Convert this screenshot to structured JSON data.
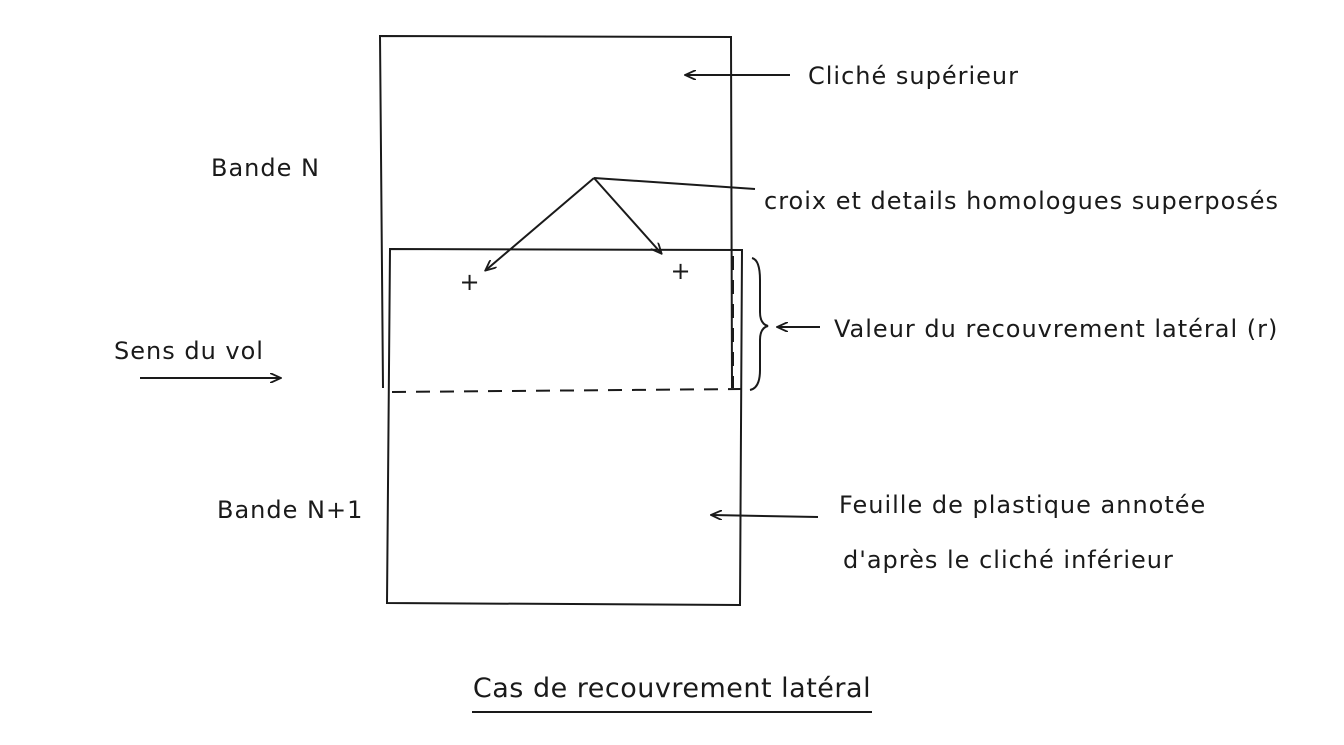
{
  "diagram": {
    "labels": {
      "top_photo": "Cliché supérieur",
      "band_n": "Bande N",
      "homologous": "croix et details homologues superposés",
      "overlap_value": "Valeur du recouvrement latéral (r)",
      "flight_direction": "Sens du vol",
      "band_n1": "Bande N+1",
      "sheet_line1": "Feuille de plastique annotée",
      "sheet_line2": "d'après le cliché inférieur"
    },
    "markers": [
      "+",
      "+"
    ],
    "caption": "Cas de recouvrement latéral"
  }
}
